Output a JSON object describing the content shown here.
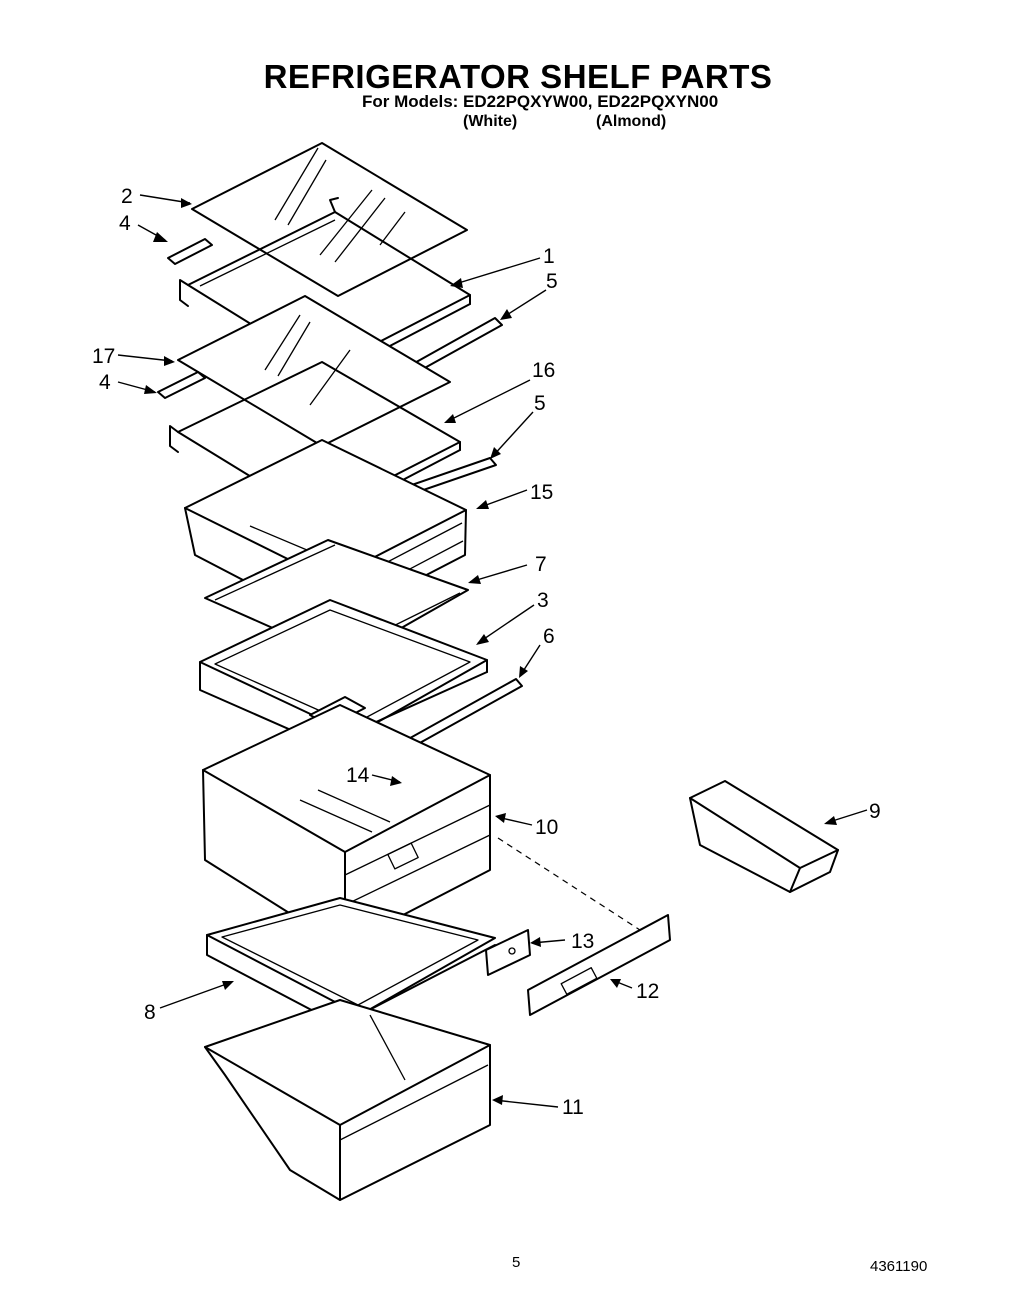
{
  "header": {
    "title": "REFRIGERATOR SHELF PARTS",
    "models_line": "For Models: ED22PQXYW00, ED22PQXYN00",
    "variant_white": "(White)",
    "variant_almond": "(Almond)"
  },
  "callouts": [
    {
      "id": "c2",
      "number": "2"
    },
    {
      "id": "c4a",
      "number": "4"
    },
    {
      "id": "c1",
      "number": "1"
    },
    {
      "id": "c5a",
      "number": "5"
    },
    {
      "id": "c17",
      "number": "17"
    },
    {
      "id": "c4b",
      "number": "4"
    },
    {
      "id": "c16",
      "number": "16"
    },
    {
      "id": "c5b",
      "number": "5"
    },
    {
      "id": "c15",
      "number": "15"
    },
    {
      "id": "c7",
      "number": "7"
    },
    {
      "id": "c3",
      "number": "3"
    },
    {
      "id": "c6",
      "number": "6"
    },
    {
      "id": "c14",
      "number": "14"
    },
    {
      "id": "c10",
      "number": "10"
    },
    {
      "id": "c9",
      "number": "9"
    },
    {
      "id": "c13",
      "number": "13"
    },
    {
      "id": "c12",
      "number": "12"
    },
    {
      "id": "c8",
      "number": "8"
    },
    {
      "id": "c11",
      "number": "11"
    }
  ],
  "footer": {
    "page_number": "5",
    "doc_number": "4361190"
  }
}
